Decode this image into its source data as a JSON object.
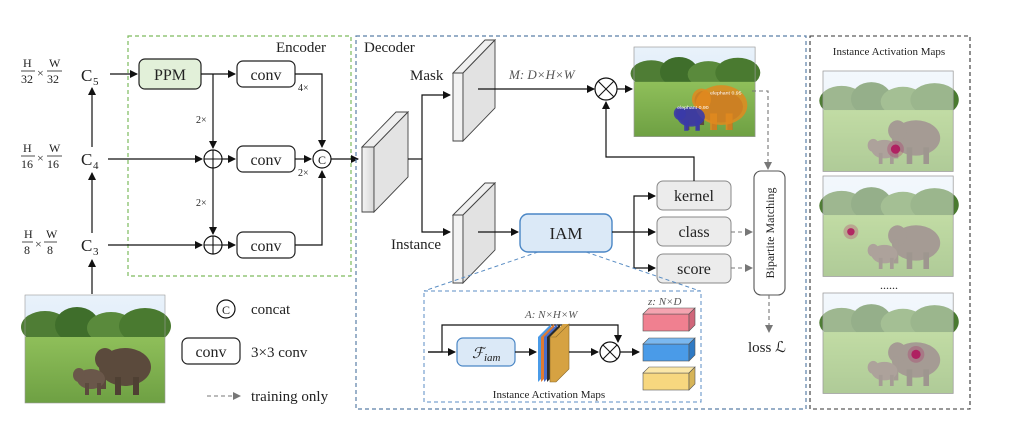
{
  "encoder": {
    "title": "Encoder",
    "scales": [
      {
        "num": "H",
        "den": "32",
        "num2": "W",
        "den2": "32",
        "times": "×",
        "level": "C",
        "sub": "5"
      },
      {
        "num": "H",
        "den": "16",
        "num2": "W",
        "den2": "16",
        "times": "×",
        "level": "C",
        "sub": "4"
      },
      {
        "num": "H",
        "den": "8",
        "num2": "W",
        "den2": "8",
        "times": "×",
        "level": "C",
        "sub": "3"
      }
    ],
    "ppm_label": "PPM",
    "conv_label": "conv",
    "upsample_2x": "2×",
    "upsample_4x": "4×",
    "concat_symbol": "C"
  },
  "decoder": {
    "title": "Decoder",
    "mask_label": "Mask",
    "instance_label": "Instance",
    "mask_shape": "M: D×H×W",
    "iam_label": "IAM",
    "outputs": [
      "kernel",
      "class",
      "score"
    ],
    "bipartite_label": "Bipartite Matching",
    "loss_label": "loss ℒ",
    "iam_detail": {
      "f_iam": "ℱ",
      "f_iam_sub": "iam",
      "a_shape": "A: N×H×W",
      "z_shape": "z: N×D",
      "caption": "Instance Activation Maps"
    },
    "mask_detection_labels": [
      "elephant 0.95",
      "elephant 0.90"
    ]
  },
  "legend": {
    "concat_symbol": "C",
    "concat_text": "concat",
    "conv_box": "conv",
    "conv_text": "3×3 conv",
    "training_text": "training only"
  },
  "right_panel": {
    "title": "Instance Activation Maps",
    "ellipsis": "......"
  },
  "colors": {
    "encoder_border": "#7dbb5e",
    "decoder_border": "#5b7fa6",
    "ppm_fill": "#e2f0d9",
    "iam_fill": "#dbe9f7",
    "iam_border": "#4a86c5",
    "bar_red": "#f08090",
    "bar_blue": "#4a9be8",
    "bar_yellow": "#f7d77f",
    "mask_orange": "#e08a1e",
    "mask_blue": "#3a3aa8",
    "heat": "#b0125a"
  }
}
